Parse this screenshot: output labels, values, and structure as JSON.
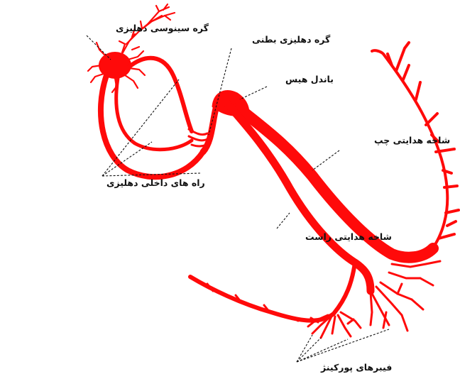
{
  "diagram": {
    "colors": {
      "conduction": "#ff0a0a",
      "text": "#111111",
      "background": "#ffffff"
    },
    "labels": {
      "sa_node": "گره سینوسی دهلیزی",
      "av_node": "گره دهلیزی بطنی",
      "bundle_of_his": "باندل هیس",
      "left_bundle_branch": "شاخه هدایتی چپ",
      "internodal_pathways": "راه های داخلی دهلیزی",
      "right_bundle_branch": "شاخه هدایتی راست",
      "purkinje_fibers": "فیبرهای پورکینژ"
    }
  }
}
